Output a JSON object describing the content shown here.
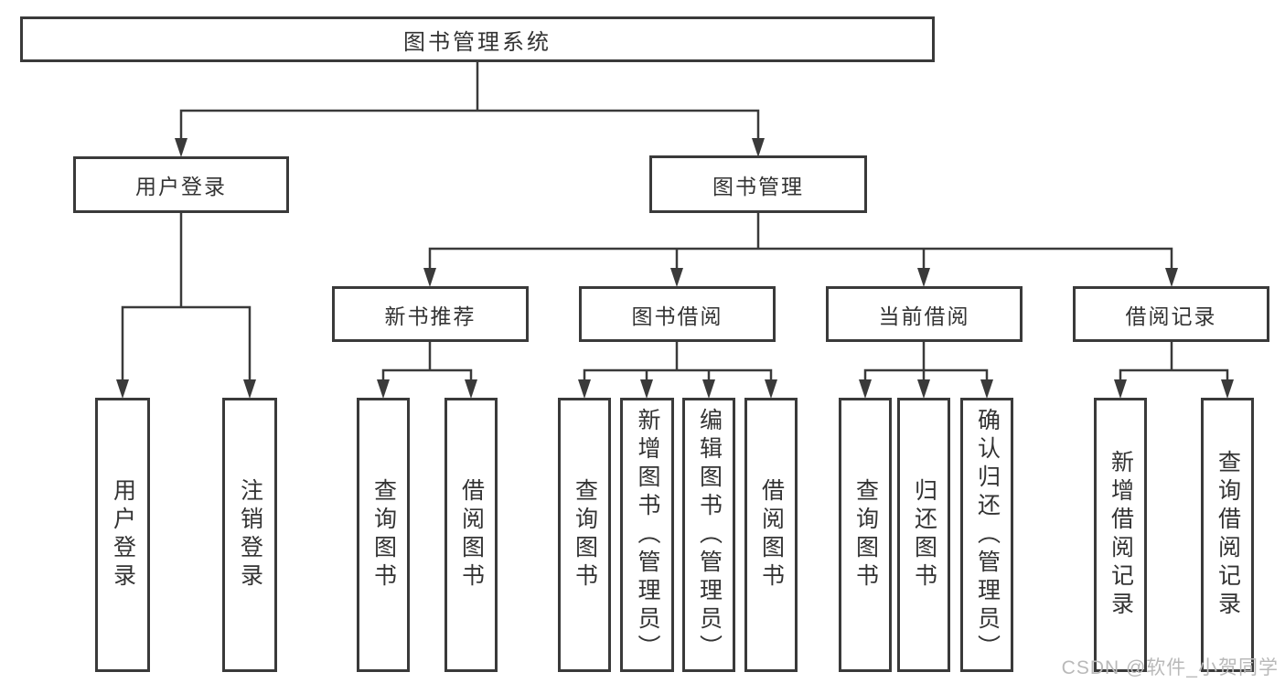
{
  "tree": {
    "root": {
      "label": "图书管理系统"
    },
    "branches": [
      {
        "label": "用户登录",
        "children": [
          {
            "label": "用户登录"
          },
          {
            "label": "注销登录"
          }
        ]
      },
      {
        "label": "图书管理",
        "children": [
          {
            "label": "新书推荐",
            "children": [
              {
                "label": "查询图书"
              },
              {
                "label": "借阅图书"
              }
            ]
          },
          {
            "label": "图书借阅",
            "children": [
              {
                "label": "查询图书"
              },
              {
                "label": "新增图书（管理员）"
              },
              {
                "label": "编辑图书（管理员）"
              },
              {
                "label": "借阅图书"
              }
            ]
          },
          {
            "label": "当前借阅",
            "children": [
              {
                "label": "查询图书"
              },
              {
                "label": "归还图书"
              },
              {
                "label": "确认归还（管理员）"
              }
            ]
          },
          {
            "label": "借阅记录",
            "children": [
              {
                "label": "新增借阅记录"
              },
              {
                "label": "查询借阅记录"
              }
            ]
          }
        ]
      }
    ]
  },
  "watermark": "CSDN @软件_小贺同学",
  "colors": {
    "line": "#3a3a3a",
    "box_border": "#3a3a3a",
    "text": "#333333",
    "watermark": "#b9b9b9",
    "background": "#ffffff"
  }
}
